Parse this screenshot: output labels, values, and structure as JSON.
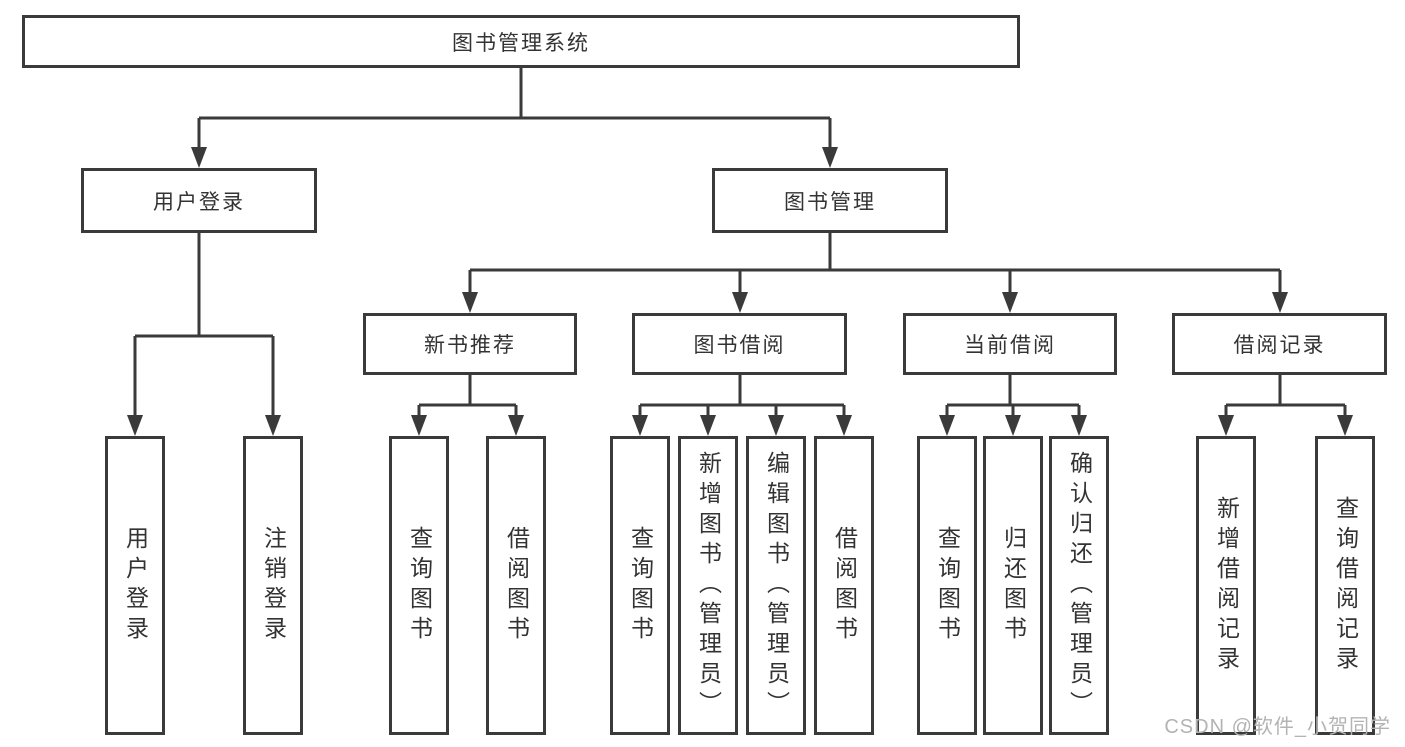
{
  "tree": {
    "label": "图书管理系统",
    "children": [
      {
        "label": "用户登录",
        "children": [
          {
            "label": "用户登录"
          },
          {
            "label": "注销登录"
          }
        ]
      },
      {
        "label": "图书管理",
        "children": [
          {
            "label": "新书推荐",
            "children": [
              {
                "label": "查询图书"
              },
              {
                "label": "借阅图书"
              }
            ]
          },
          {
            "label": "图书借阅",
            "children": [
              {
                "label": "查询图书"
              },
              {
                "label": "新增图书（管理员）"
              },
              {
                "label": "编辑图书（管理员）"
              },
              {
                "label": "借阅图书"
              }
            ]
          },
          {
            "label": "当前借阅",
            "children": [
              {
                "label": "查询图书"
              },
              {
                "label": "归还图书"
              },
              {
                "label": "确认归还（管理员）"
              }
            ]
          },
          {
            "label": "借阅记录",
            "children": [
              {
                "label": "新增借阅记录"
              },
              {
                "label": "查询借阅记录"
              }
            ]
          }
        ]
      }
    ]
  },
  "watermark": {
    "text": "CSDN @软件_小贺同学"
  },
  "colors": {
    "line": "#3a3a3a",
    "box_border": "#3a3a3a",
    "text": "#333333",
    "watermark": "#b3b3b3",
    "background": "#ffffff"
  }
}
